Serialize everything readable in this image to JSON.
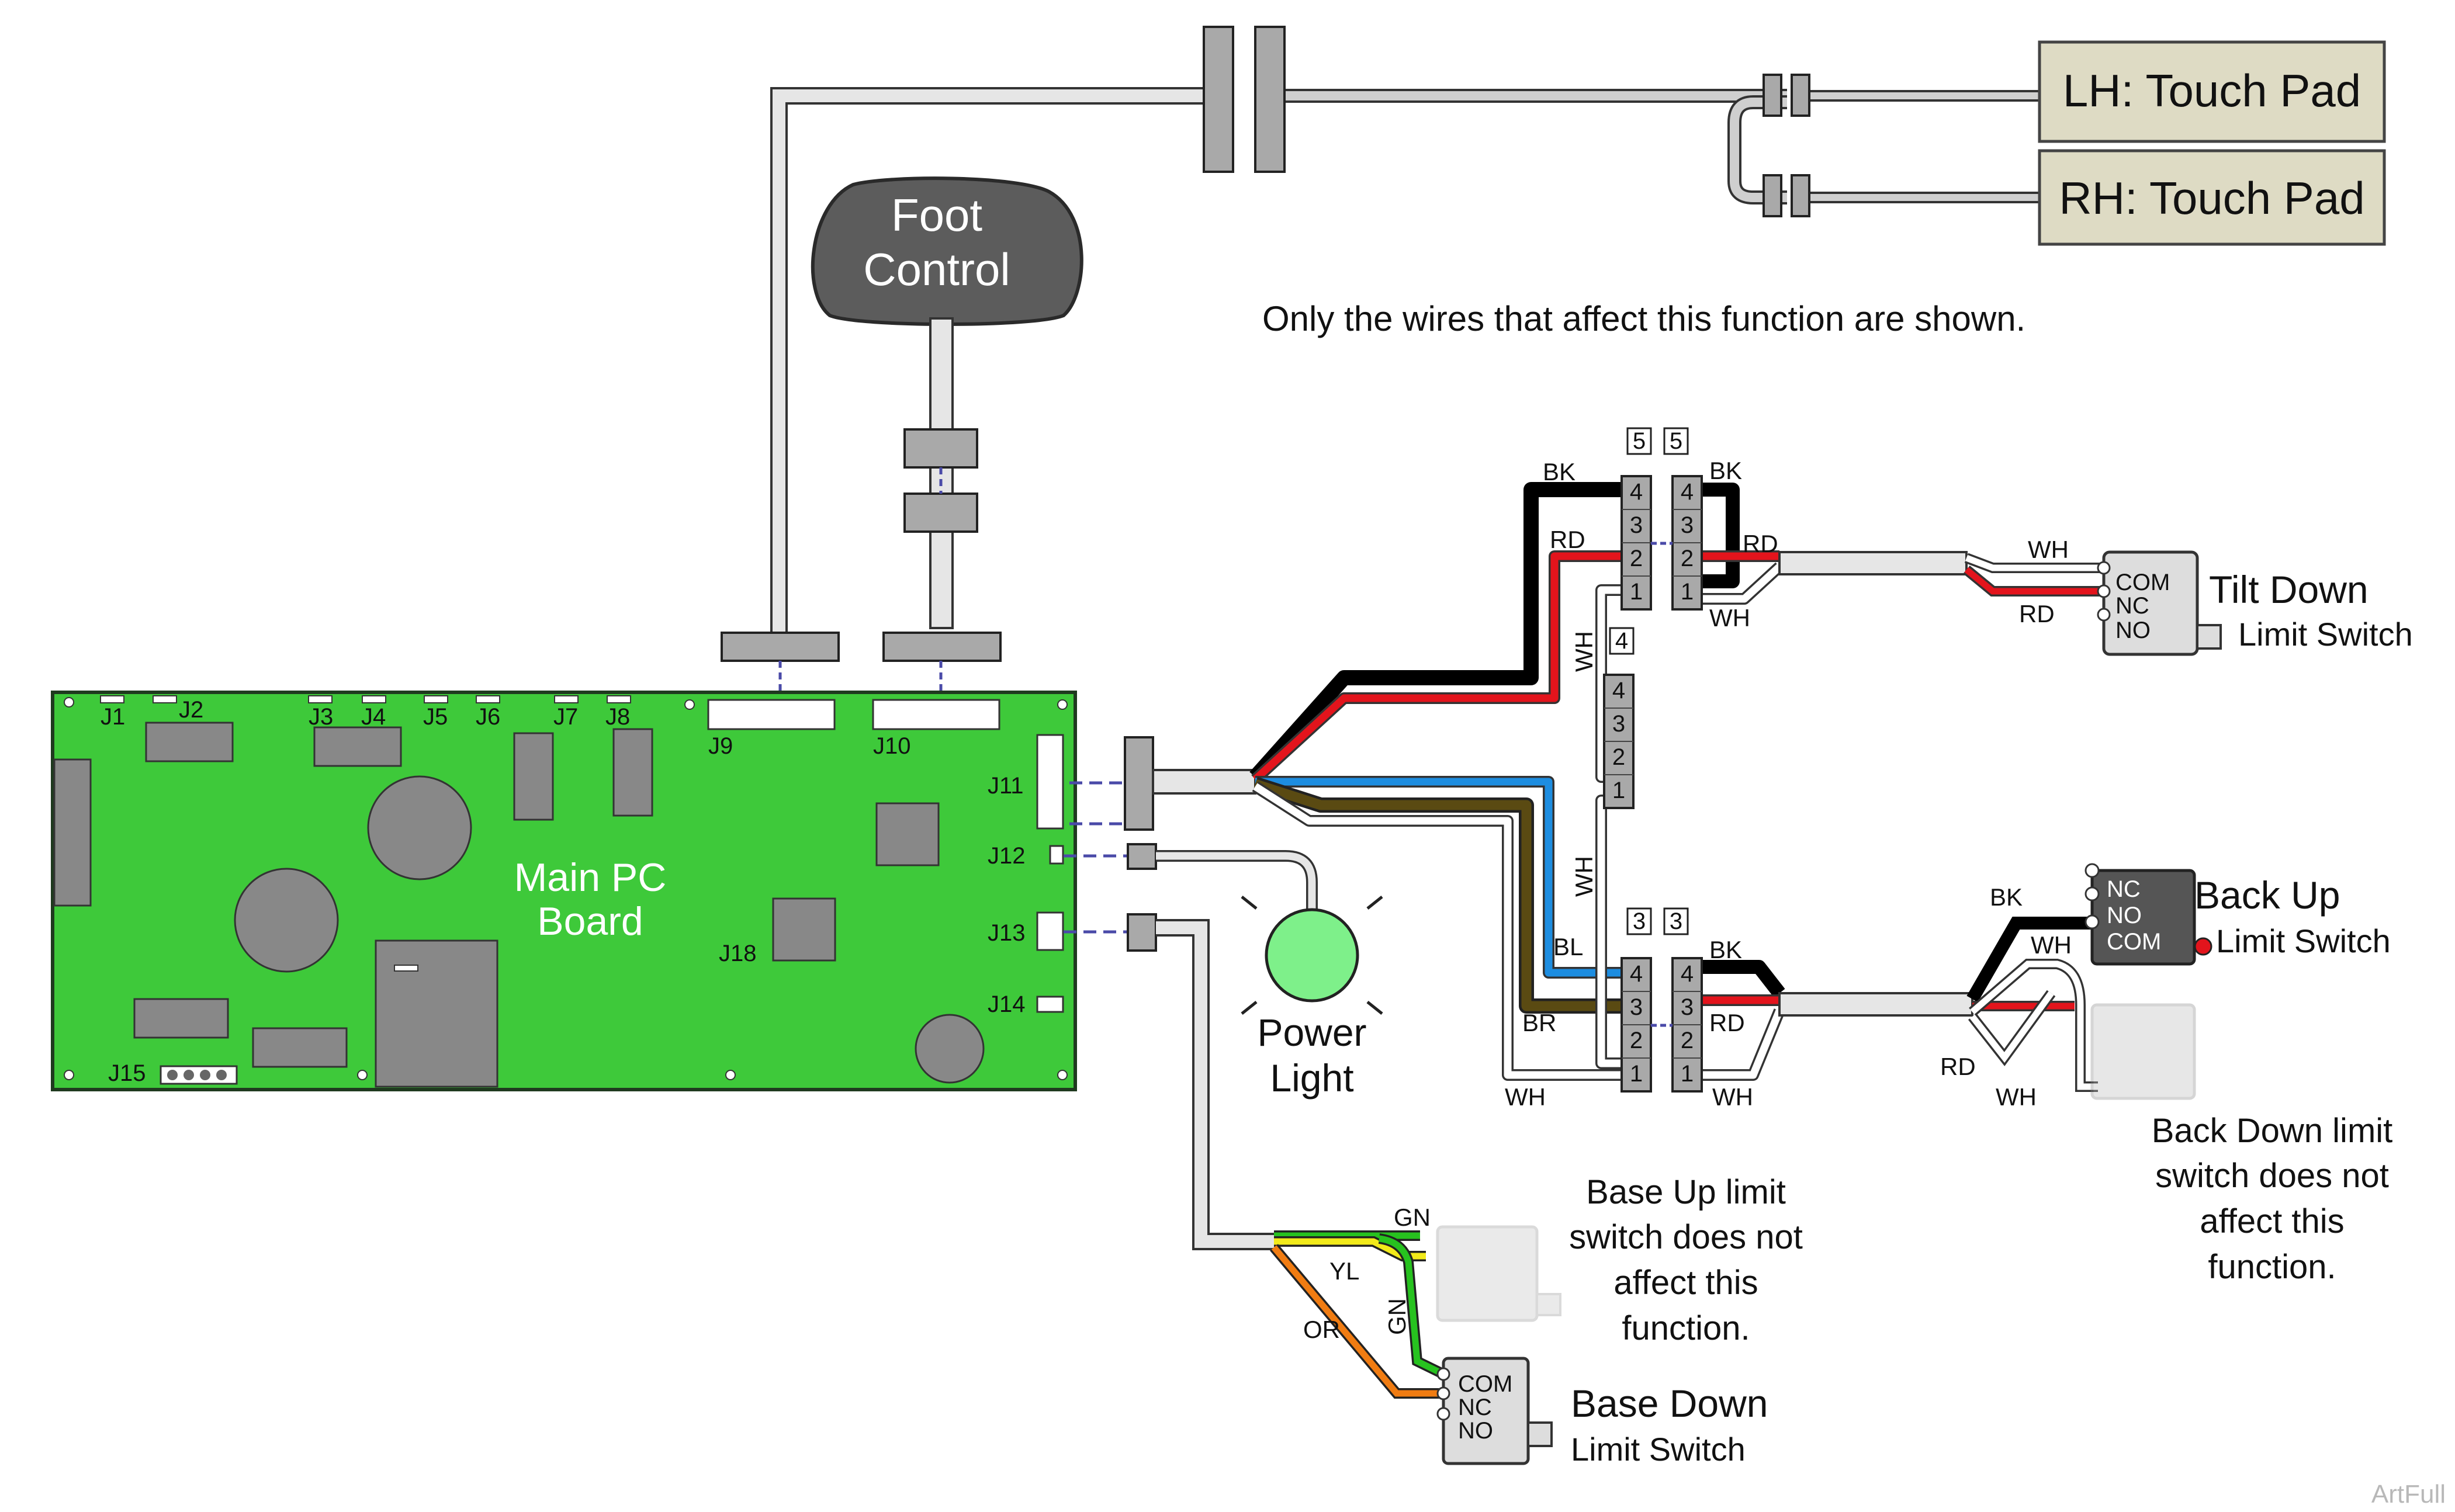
{
  "touch_pads": {
    "lh": "LH: Touch Pad",
    "rh": "RH: Touch Pad"
  },
  "foot_control": {
    "line1": "Foot",
    "line2": "Control"
  },
  "note": "Only the wires that affect this function are shown.",
  "main_board": {
    "title_line1": "Main PC",
    "title_line2": "Board",
    "board_color": "#3ec93a",
    "jacks": [
      "J1",
      "J2",
      "J3",
      "J4",
      "J5",
      "J6",
      "J7",
      "J8",
      "J9",
      "J10",
      "J11",
      "J12",
      "J13",
      "J14",
      "J15",
      "J18"
    ]
  },
  "power_light": {
    "line1": "Power",
    "line2": "Light",
    "color": "#7ef08a"
  },
  "connectors": {
    "tilt_left": "5",
    "tilt_right": "5",
    "mid": "4",
    "back_left": "3",
    "back_right": "3",
    "pins": [
      "4",
      "3",
      "2",
      "1"
    ]
  },
  "tilt_down": {
    "title": "Tilt Down",
    "subtitle": "Limit Switch",
    "terminals": [
      "COM",
      "NC",
      "NO"
    ]
  },
  "back_up": {
    "title": "Back Up",
    "subtitle": "Limit Switch",
    "terminals": [
      "NC",
      "NO",
      "COM"
    ]
  },
  "back_down_note": [
    "Back Down limit",
    "switch does not",
    "affect this",
    "function."
  ],
  "base_up_note": [
    "Base Up limit",
    "switch does not",
    "affect this",
    "function."
  ],
  "base_down": {
    "title": "Base Down",
    "subtitle": "Limit Switch",
    "terminals": [
      "COM",
      "NC",
      "NO"
    ]
  },
  "wire_labels": {
    "bk": "BK",
    "rd": "RD",
    "wh": "WH",
    "bl": "BL",
    "br": "BR",
    "gn": "GN",
    "yl": "YL",
    "or": "OR"
  },
  "watermark": "ArtFull",
  "colors": {
    "black": "#000000",
    "red": "#e3141c",
    "white": "#ffffff",
    "blue": "#1d8de0",
    "brown": "#5a4a12",
    "green": "#27c21f",
    "yellow": "#f2ea1a",
    "orange": "#f07c12",
    "gray_block": "#a7a7a7",
    "pad_fill": "#dedbc4"
  }
}
